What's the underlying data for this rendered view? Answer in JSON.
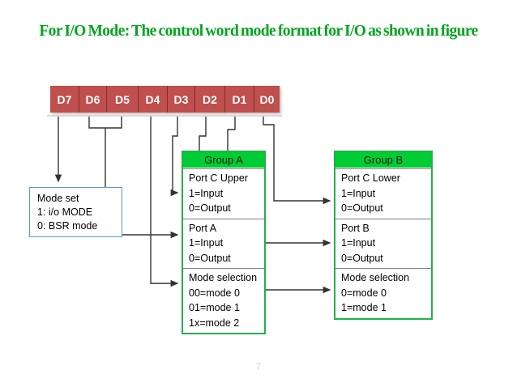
{
  "slide": {
    "title": "For I/O Mode: The control word mode format for I/O as shown in figure",
    "page_number": "7",
    "title_color": "#00A51E",
    "bit_cell_color": "#C0504D",
    "group_header_color": "#00CC33",
    "group_border_color": "#22B14C",
    "modeset_border_color": "#5B9BD5"
  },
  "control_word": {
    "bits": [
      {
        "label": "D7"
      },
      {
        "label": "D6"
      },
      {
        "label": "D5"
      },
      {
        "label": "D4"
      },
      {
        "label": "D3"
      },
      {
        "label": "D2"
      },
      {
        "label": "D1"
      },
      {
        "label": "D0"
      }
    ]
  },
  "mode_set": {
    "line1": "Mode set",
    "line2": "1: i/o MODE",
    "line3": "0: BSR mode"
  },
  "group_a": {
    "header": "Group A",
    "sections": [
      {
        "title": "Port C Upper",
        "line1": "1=Input",
        "line2": "0=Output"
      },
      {
        "title": "Port A",
        "line1": "1=Input",
        "line2": "0=Output"
      },
      {
        "title": "Mode selection",
        "line1": "00=mode 0",
        "line2": "01=mode 1",
        "line3": "1x=mode 2"
      }
    ]
  },
  "group_b": {
    "header": "Group B",
    "sections": [
      {
        "title": "Port C Lower",
        "line1": "1=Input",
        "line2": "0=Output"
      },
      {
        "title": "Port B",
        "line1": "1=Input",
        "line2": "0=Output"
      },
      {
        "title": "Mode selection",
        "line1": "0=mode 0",
        "line2": "1=mode 1"
      }
    ]
  }
}
